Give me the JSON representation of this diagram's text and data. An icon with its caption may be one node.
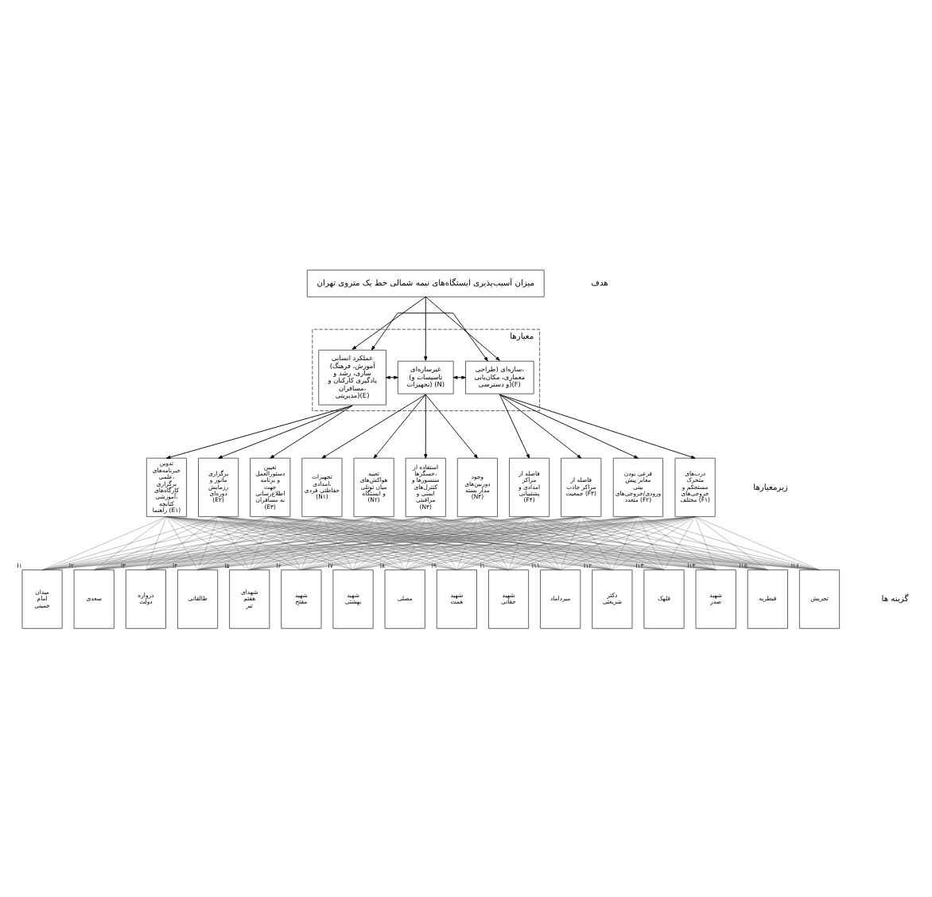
{
  "diagram": {
    "nodes": [
      {
        "text": [
          "میزان آسیب‌پذیری ایستگاه‌های نیمه شمالی خط یک متروی تهران"
        ]
      },
      {
        "text": [
          "معیارها"
        ]
      },
      {
        "text": [
          "عملکرد انسانی (آموزش، فرهنگ سازی، رشد و یادگیری کارکنان و مسافران، مدیریتی)(E)"
        ],
        "in": 1
      },
      {
        "text": [
          "غیرسازه‌ای (تاسیسات و تجهیزات) (N)"
        ],
        "in": 1
      },
      {
        "text": [
          "سازه‌ای (طراحی، معماری، مکان‌یابی و دسترسی)(F)"
        ],
        "in": 1
      },
      {
        "text": [
          "تدوین خبرنامه‌های علمی، برگزاری کارگاه‌های آموزشی، کتابچه راهنما (E۱)"
        ]
      },
      {
        "text": [
          "برگزاری مانور و رزمایش دوره‌ای (E۲)"
        ]
      },
      {
        "text": [
          "تعیین دستورالعمل و برنامه جهت اطلاع‌رسانی به مسافران (E۳)"
        ]
      },
      {
        "text": [
          "تجهیزات امدادی، حفاظتی فردی (N۱)"
        ]
      },
      {
        "text": [
          "تعبیه هواکش‌های میان تونلی و ایستگاه (N۲)"
        ]
      },
      {
        "text": [
          "استفاده از حسگرها، سنسورها و کنترل‌های ایمنی و مراقبتی (N۳)"
        ]
      },
      {
        "text": [
          "وجود دوربین‌های مدار بسته (N۴)"
        ]
      },
      {
        "text": [
          "فاصله از مراکز امدادی و پشتیبانی (F۴)"
        ]
      },
      {
        "text": [
          "فاصله از مراکز جاذب جمعیت (F۳)"
        ]
      },
      {
        "text": [
          "فرعی بودن معابر پیش بینی ورودی/خروجی‌های متعدد (F۲)"
        ]
      },
      {
        "text": [
          "درب‌های متحرک مستحکم و خروجی‌های مختلف (F۱)"
        ]
      },
      {
        "text": [
          "میدان امام خمینی"
        ],
        "beside": [
          "I۱"
        ]
      },
      {
        "text": [
          "سعدی"
        ],
        "beside": [
          "I۲"
        ]
      },
      {
        "text": [
          "دروازه دولت"
        ],
        "beside": [
          "I۳"
        ]
      },
      {
        "text": [
          "طالقانی"
        ],
        "beside": [
          "I۴"
        ]
      },
      {
        "text": [
          "شهدای هفتم تیر"
        ],
        "beside": [
          "I۵"
        ]
      },
      {
        "text": [
          "شهید مفتح"
        ],
        "beside": [
          "I۶"
        ]
      },
      {
        "text": [
          "شهید بهشتی"
        ],
        "beside": [
          "I۷"
        ]
      },
      {
        "text": [
          "مصلی"
        ],
        "beside": [
          "I۸"
        ]
      },
      {
        "text": [
          "شهید همت"
        ],
        "beside": [
          "I۹"
        ]
      },
      {
        "text": [
          "شهید حقانی"
        ],
        "beside": [
          "I۱۰"
        ]
      },
      {
        "text": [
          "میرداماد"
        ],
        "beside": [
          "I۱۱"
        ]
      },
      {
        "text": [
          "دکتر شریعتی"
        ],
        "beside": [
          "I۱۲"
        ]
      },
      {
        "text": [
          "قلهک"
        ],
        "beside": [
          "I۱۳"
        ]
      },
      {
        "text": [
          "شهید صدر"
        ],
        "beside": [
          "I۱۴"
        ]
      },
      {
        "text": [
          "قیطریه"
        ],
        "beside": [
          "I۱۵"
        ]
      },
      {
        "text": [
          "تجریش"
        ],
        "beside": [
          "I۱۶"
        ]
      }
    ],
    "edges": [
      {
        "from": 0,
        "to": 2,
        "arrow": "to"
      },
      {
        "from": 0,
        "to": 3,
        "arrow": "to"
      },
      {
        "from": 0,
        "to": 4,
        "arrow": "to"
      },
      {
        "from": 2,
        "to": 3,
        "arrow": "both"
      },
      {
        "from": 3,
        "to": 4,
        "arrow": "both"
      },
      {
        "from": 2,
        "to": 4,
        "arrow": "both"
      },
      {
        "from": 2,
        "to": 5,
        "arrow": "to"
      },
      {
        "from": 2,
        "to": 6,
        "arrow": "to"
      },
      {
        "from": 2,
        "to": 7,
        "arrow": "to"
      },
      {
        "from": 3,
        "to": 8,
        "arrow": "to"
      },
      {
        "from": 3,
        "to": 9,
        "arrow": "to"
      },
      {
        "from": 3,
        "to": 10,
        "arrow": "to"
      },
      {
        "from": 3,
        "to": 11,
        "arrow": "to"
      },
      {
        "from": 4,
        "to": 12,
        "arrow": "to"
      },
      {
        "from": 4,
        "to": 13,
        "arrow": "to"
      },
      {
        "from": 4,
        "to": 14,
        "arrow": "to"
      },
      {
        "from": 4,
        "to": 15,
        "arrow": "to"
      },
      {
        "from": 5,
        "to": 16,
        "arrow": "none"
      },
      {
        "from": 5,
        "to": 17,
        "arrow": "none"
      },
      {
        "from": 5,
        "to": 18,
        "arrow": "none"
      },
      {
        "from": 5,
        "to": 19,
        "arrow": "none"
      },
      {
        "from": 5,
        "to": 20,
        "arrow": "none"
      },
      {
        "from": 5,
        "to": 21,
        "arrow": "none"
      },
      {
        "from": 5,
        "to": 22,
        "arrow": "none"
      },
      {
        "from": 5,
        "to": 23,
        "arrow": "none"
      },
      {
        "from": 5,
        "to": 24,
        "arrow": "none"
      },
      {
        "from": 5,
        "to": 25,
        "arrow": "none"
      },
      {
        "from": 5,
        "to": 26,
        "arrow": "none"
      },
      {
        "from": 5,
        "to": 27,
        "arrow": "none"
      },
      {
        "from": 5,
        "to": 28,
        "arrow": "none"
      },
      {
        "from": 5,
        "to": 29,
        "arrow": "none"
      },
      {
        "from": 5,
        "to": 30,
        "arrow": "none"
      },
      {
        "from": 5,
        "to": 31,
        "arrow": "none"
      },
      {
        "from": 6,
        "to": 16,
        "arrow": "none"
      },
      {
        "from": 6,
        "to": 17,
        "arrow": "none"
      },
      {
        "from": 6,
        "to": 18,
        "arrow": "none"
      },
      {
        "from": 6,
        "to": 19,
        "arrow": "none"
      },
      {
        "from": 6,
        "to": 20,
        "arrow": "none"
      },
      {
        "from": 6,
        "to": 21,
        "arrow": "none"
      },
      {
        "from": 6,
        "to": 22,
        "arrow": "none"
      },
      {
        "from": 6,
        "to": 23,
        "arrow": "none"
      },
      {
        "from": 6,
        "to": 24,
        "arrow": "none"
      },
      {
        "from": 6,
        "to": 25,
        "arrow": "none"
      },
      {
        "from": 6,
        "to": 26,
        "arrow": "none"
      },
      {
        "from": 6,
        "to": 27,
        "arrow": "none"
      },
      {
        "from": 6,
        "to": 28,
        "arrow": "none"
      },
      {
        "from": 6,
        "to": 29,
        "arrow": "none"
      },
      {
        "from": 6,
        "to": 30,
        "arrow": "none"
      },
      {
        "from": 6,
        "to": 31,
        "arrow": "none"
      },
      {
        "from": 7,
        "to": 16,
        "arrow": "none"
      },
      {
        "from": 7,
        "to": 17,
        "arrow": "none"
      },
      {
        "from": 7,
        "to": 18,
        "arrow": "none"
      },
      {
        "from": 7,
        "to": 19,
        "arrow": "none"
      },
      {
        "from": 7,
        "to": 20,
        "arrow": "none"
      },
      {
        "from": 7,
        "to": 21,
        "arrow": "none"
      },
      {
        "from": 7,
        "to": 22,
        "arrow": "none"
      },
      {
        "from": 7,
        "to": 23,
        "arrow": "none"
      },
      {
        "from": 7,
        "to": 24,
        "arrow": "none"
      },
      {
        "from": 7,
        "to": 25,
        "arrow": "none"
      },
      {
        "from": 7,
        "to": 26,
        "arrow": "none"
      },
      {
        "from": 7,
        "to": 27,
        "arrow": "none"
      },
      {
        "from": 7,
        "to": 28,
        "arrow": "none"
      },
      {
        "from": 7,
        "to": 29,
        "arrow": "none"
      },
      {
        "from": 7,
        "to": 30,
        "arrow": "none"
      },
      {
        "from": 7,
        "to": 31,
        "arrow": "none"
      },
      {
        "from": 8,
        "to": 16,
        "arrow": "none"
      },
      {
        "from": 8,
        "to": 17,
        "arrow": "none"
      },
      {
        "from": 8,
        "to": 18,
        "arrow": "none"
      },
      {
        "from": 8,
        "to": 19,
        "arrow": "none"
      },
      {
        "from": 8,
        "to": 20,
        "arrow": "none"
      },
      {
        "from": 8,
        "to": 21,
        "arrow": "none"
      },
      {
        "from": 8,
        "to": 22,
        "arrow": "none"
      },
      {
        "from": 8,
        "to": 23,
        "arrow": "none"
      },
      {
        "from": 8,
        "to": 24,
        "arrow": "none"
      },
      {
        "from": 8,
        "to": 25,
        "arrow": "none"
      },
      {
        "from": 8,
        "to": 26,
        "arrow": "none"
      },
      {
        "from": 8,
        "to": 27,
        "arrow": "none"
      },
      {
        "from": 8,
        "to": 28,
        "arrow": "none"
      },
      {
        "from": 8,
        "to": 29,
        "arrow": "none"
      },
      {
        "from": 8,
        "to": 30,
        "arrow": "none"
      },
      {
        "from": 8,
        "to": 31,
        "arrow": "none"
      },
      {
        "from": 9,
        "to": 16,
        "arrow": "none"
      },
      {
        "from": 9,
        "to": 17,
        "arrow": "none"
      },
      {
        "from": 9,
        "to": 18,
        "arrow": "none"
      },
      {
        "from": 9,
        "to": 19,
        "arrow": "none"
      },
      {
        "from": 9,
        "to": 20,
        "arrow": "none"
      },
      {
        "from": 9,
        "to": 21,
        "arrow": "none"
      },
      {
        "from": 9,
        "to": 22,
        "arrow": "none"
      },
      {
        "from": 9,
        "to": 23,
        "arrow": "none"
      },
      {
        "from": 9,
        "to": 24,
        "arrow": "none"
      },
      {
        "from": 9,
        "to": 25,
        "arrow": "none"
      },
      {
        "from": 9,
        "to": 26,
        "arrow": "none"
      },
      {
        "from": 9,
        "to": 27,
        "arrow": "none"
      },
      {
        "from": 9,
        "to": 28,
        "arrow": "none"
      },
      {
        "from": 9,
        "to": 29,
        "arrow": "none"
      },
      {
        "from": 9,
        "to": 30,
        "arrow": "none"
      },
      {
        "from": 9,
        "to": 31,
        "arrow": "none"
      },
      {
        "from": 10,
        "to": 16,
        "arrow": "none"
      },
      {
        "from": 10,
        "to": 17,
        "arrow": "none"
      },
      {
        "from": 10,
        "to": 18,
        "arrow": "none"
      },
      {
        "from": 10,
        "to": 19,
        "arrow": "none"
      },
      {
        "from": 10,
        "to": 20,
        "arrow": "none"
      },
      {
        "from": 10,
        "to": 21,
        "arrow": "none"
      },
      {
        "from": 10,
        "to": 22,
        "arrow": "none"
      },
      {
        "from": 10,
        "to": 23,
        "arrow": "none"
      },
      {
        "from": 10,
        "to": 24,
        "arrow": "none"
      },
      {
        "from": 10,
        "to": 25,
        "arrow": "none"
      },
      {
        "from": 10,
        "to": 26,
        "arrow": "none"
      },
      {
        "from": 10,
        "to": 27,
        "arrow": "none"
      },
      {
        "from": 10,
        "to": 28,
        "arrow": "none"
      },
      {
        "from": 10,
        "to": 29,
        "arrow": "none"
      },
      {
        "from": 10,
        "to": 30,
        "arrow": "none"
      },
      {
        "from": 10,
        "to": 31,
        "arrow": "none"
      },
      {
        "from": 11,
        "to": 16,
        "arrow": "none"
      },
      {
        "from": 11,
        "to": 17,
        "arrow": "none"
      },
      {
        "from": 11,
        "to": 18,
        "arrow": "none"
      },
      {
        "from": 11,
        "to": 19,
        "arrow": "none"
      },
      {
        "from": 11,
        "to": 20,
        "arrow": "none"
      },
      {
        "from": 11,
        "to": 21,
        "arrow": "none"
      },
      {
        "from": 11,
        "to": 22,
        "arrow": "none"
      },
      {
        "from": 11,
        "to": 23,
        "arrow": "none"
      },
      {
        "from": 11,
        "to": 24,
        "arrow": "none"
      },
      {
        "from": 11,
        "to": 25,
        "arrow": "none"
      },
      {
        "from": 11,
        "to": 26,
        "arrow": "none"
      },
      {
        "from": 11,
        "to": 27,
        "arrow": "none"
      },
      {
        "from": 11,
        "to": 28,
        "arrow": "none"
      },
      {
        "from": 11,
        "to": 29,
        "arrow": "none"
      },
      {
        "from": 11,
        "to": 30,
        "arrow": "none"
      },
      {
        "from": 11,
        "to": 31,
        "arrow": "none"
      },
      {
        "from": 12,
        "to": 16,
        "arrow": "none"
      },
      {
        "from": 12,
        "to": 17,
        "arrow": "none"
      },
      {
        "from": 12,
        "to": 18,
        "arrow": "none"
      },
      {
        "from": 12,
        "to": 19,
        "arrow": "none"
      },
      {
        "from": 12,
        "to": 20,
        "arrow": "none"
      },
      {
        "from": 12,
        "to": 21,
        "arrow": "none"
      },
      {
        "from": 12,
        "to": 22,
        "arrow": "none"
      },
      {
        "from": 12,
        "to": 23,
        "arrow": "none"
      },
      {
        "from": 12,
        "to": 24,
        "arrow": "none"
      },
      {
        "from": 12,
        "to": 25,
        "arrow": "none"
      },
      {
        "from": 12,
        "to": 26,
        "arrow": "none"
      },
      {
        "from": 12,
        "to": 27,
        "arrow": "none"
      },
      {
        "from": 12,
        "to": 28,
        "arrow": "none"
      },
      {
        "from": 12,
        "to": 29,
        "arrow": "none"
      },
      {
        "from": 12,
        "to": 30,
        "arrow": "none"
      },
      {
        "from": 12,
        "to": 31,
        "arrow": "none"
      },
      {
        "from": 13,
        "to": 16,
        "arrow": "none"
      },
      {
        "from": 13,
        "to": 17,
        "arrow": "none"
      },
      {
        "from": 13,
        "to": 18,
        "arrow": "none"
      },
      {
        "from": 13,
        "to": 19,
        "arrow": "none"
      },
      {
        "from": 13,
        "to": 20,
        "arrow": "none"
      },
      {
        "from": 13,
        "to": 21,
        "arrow": "none"
      },
      {
        "from": 13,
        "to": 22,
        "arrow": "none"
      },
      {
        "from": 13,
        "to": 23,
        "arrow": "none"
      },
      {
        "from": 13,
        "to": 24,
        "arrow": "none"
      },
      {
        "from": 13,
        "to": 25,
        "arrow": "none"
      },
      {
        "from": 13,
        "to": 26,
        "arrow": "none"
      },
      {
        "from": 13,
        "to": 27,
        "arrow": "none"
      },
      {
        "from": 13,
        "to": 28,
        "arrow": "none"
      },
      {
        "from": 13,
        "to": 29,
        "arrow": "none"
      },
      {
        "from": 13,
        "to": 30,
        "arrow": "none"
      },
      {
        "from": 13,
        "to": 31,
        "arrow": "none"
      },
      {
        "from": 14,
        "to": 16,
        "arrow": "none"
      },
      {
        "from": 14,
        "to": 17,
        "arrow": "none"
      },
      {
        "from": 14,
        "to": 18,
        "arrow": "none"
      },
      {
        "from": 14,
        "to": 19,
        "arrow": "none"
      },
      {
        "from": 14,
        "to": 20,
        "arrow": "none"
      },
      {
        "from": 14,
        "to": 21,
        "arrow": "none"
      },
      {
        "from": 14,
        "to": 22,
        "arrow": "none"
      },
      {
        "from": 14,
        "to": 23,
        "arrow": "none"
      },
      {
        "from": 14,
        "to": 24,
        "arrow": "none"
      },
      {
        "from": 14,
        "to": 25,
        "arrow": "none"
      },
      {
        "from": 14,
        "to": 26,
        "arrow": "none"
      },
      {
        "from": 14,
        "to": 27,
        "arrow": "none"
      },
      {
        "from": 14,
        "to": 28,
        "arrow": "none"
      },
      {
        "from": 14,
        "to": 29,
        "arrow": "none"
      },
      {
        "from": 14,
        "to": 30,
        "arrow": "none"
      },
      {
        "from": 14,
        "to": 31,
        "arrow": "none"
      },
      {
        "from": 15,
        "to": 16,
        "arrow": "none"
      },
      {
        "from": 15,
        "to": 17,
        "arrow": "none"
      },
      {
        "from": 15,
        "to": 18,
        "arrow": "none"
      },
      {
        "from": 15,
        "to": 19,
        "arrow": "none"
      },
      {
        "from": 15,
        "to": 20,
        "arrow": "none"
      },
      {
        "from": 15,
        "to": 21,
        "arrow": "none"
      },
      {
        "from": 15,
        "to": 22,
        "arrow": "none"
      },
      {
        "from": 15,
        "to": 23,
        "arrow": "none"
      },
      {
        "from": 15,
        "to": 24,
        "arrow": "none"
      },
      {
        "from": 15,
        "to": 25,
        "arrow": "none"
      },
      {
        "from": 15,
        "to": 26,
        "arrow": "none"
      },
      {
        "from": 15,
        "to": 27,
        "arrow": "none"
      },
      {
        "from": 15,
        "to": 28,
        "arrow": "none"
      },
      {
        "from": 15,
        "to": 29,
        "arrow": "none"
      },
      {
        "from": 15,
        "to": 30,
        "arrow": "none"
      },
      {
        "from": 15,
        "to": 31,
        "arrow": "none"
      }
    ],
    "labels": [
      "هدف",
      "زیرمعیارها",
      "گزینه ها"
    ]
  }
}
